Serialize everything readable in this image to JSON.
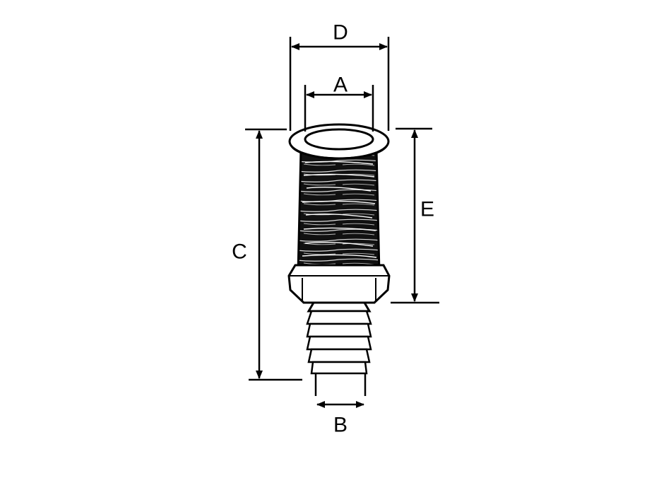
{
  "diagram": {
    "labels": {
      "A": "A",
      "B": "B",
      "C": "C",
      "D": "D",
      "E": "E"
    },
    "colors": {
      "ink": "#000000",
      "paper": "#ffffff"
    }
  }
}
